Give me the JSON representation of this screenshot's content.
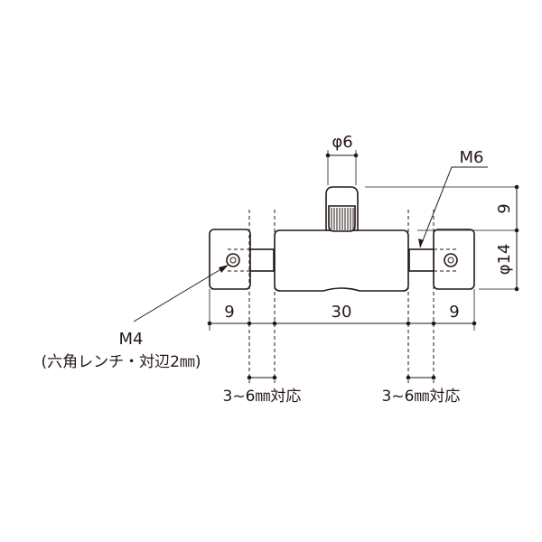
{
  "labels": {
    "pin_dia": "φ6",
    "thread_right": "M6",
    "pin_height": "9",
    "body_dia": "φ14",
    "left_block_width": "9",
    "body_length": "30",
    "right_block_width": "9",
    "thread_left": "M4",
    "wrench_note": "(六角レンチ・対辺2㎜)",
    "thickness_left": "3~6㎜対応",
    "thickness_right": "3~6㎜対応"
  },
  "colors": {
    "line": "#231815",
    "background": "#ffffff"
  }
}
